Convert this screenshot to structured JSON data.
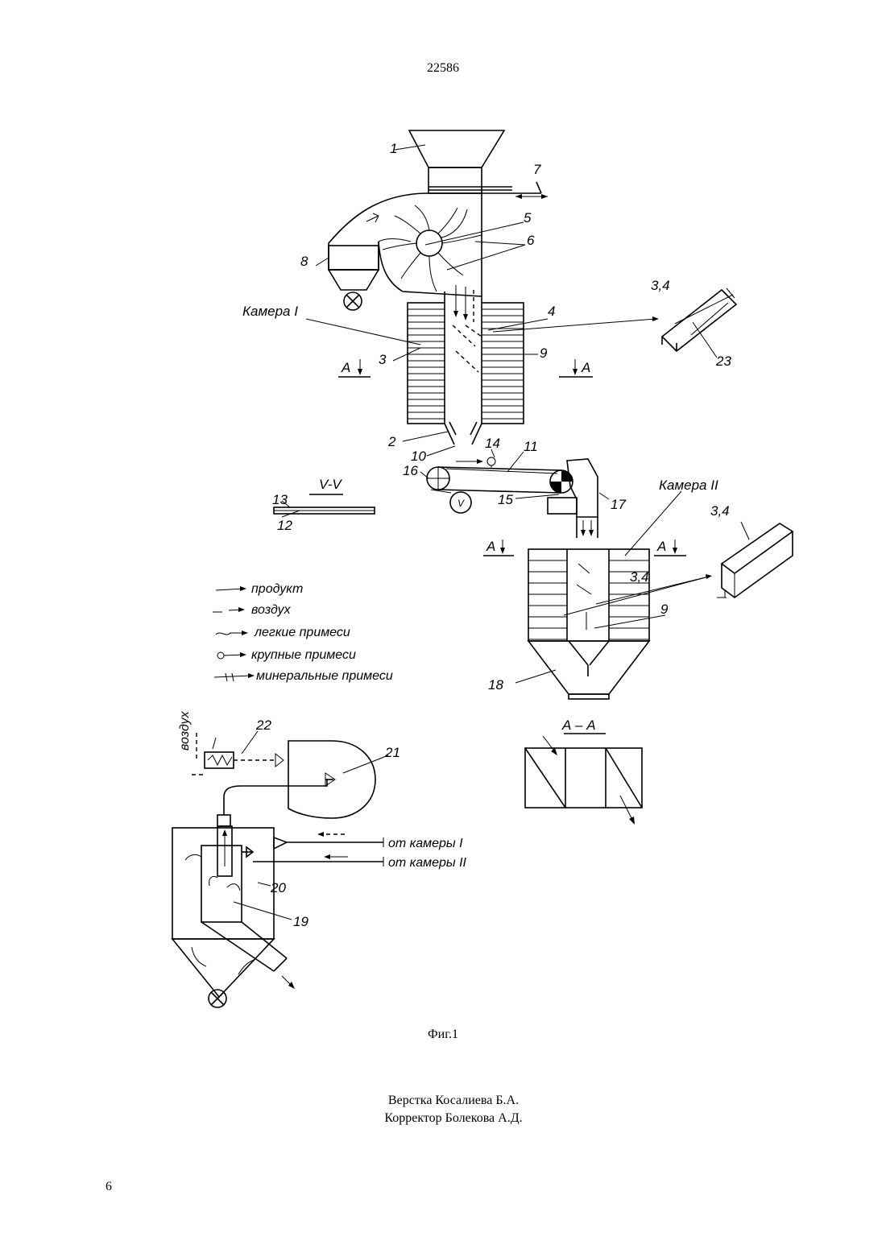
{
  "header": {
    "patent_number": "22586"
  },
  "figure": {
    "caption": "Фиг.1"
  },
  "credits": {
    "layout": "Верстка Косалиева Б.А.",
    "corrector": "Корректор Болекова А.Д."
  },
  "footer": {
    "page_number": "6"
  },
  "callouts": {
    "n1": "1",
    "n2": "2",
    "n3": "3",
    "n4": "4",
    "n5": "5",
    "n6": "6",
    "n7": "7",
    "n8": "8",
    "n9a": "9",
    "n9b": "9",
    "n10": "10",
    "n11": "11",
    "n12": "12",
    "n13": "13",
    "n14": "14",
    "n15": "15",
    "n16": "16",
    "n17": "17",
    "n18": "18",
    "n19": "19",
    "n20": "20",
    "n21": "21",
    "n22": "22",
    "n23": "23",
    "n34a": "3,4",
    "n34b": "3,4",
    "n34c": "3,4",
    "v_mark": "V"
  },
  "labels": {
    "chamber1": "Камера I",
    "chamber2": "Камера II",
    "section_a_left1": "A",
    "section_a_right1": "A",
    "section_a_left2": "A",
    "section_a_right2": "A",
    "section_vv": "V-V",
    "section_aa": "А – А",
    "air": "воздух",
    "from_chamber1": "от камеры I",
    "from_chamber2": "от камеры II"
  },
  "legend": {
    "items": [
      {
        "label": "продукт"
      },
      {
        "label": "воздух"
      },
      {
        "label": "легкие примеси"
      },
      {
        "label": "крупные примеси"
      },
      {
        "label": "минеральные примеси"
      }
    ]
  }
}
